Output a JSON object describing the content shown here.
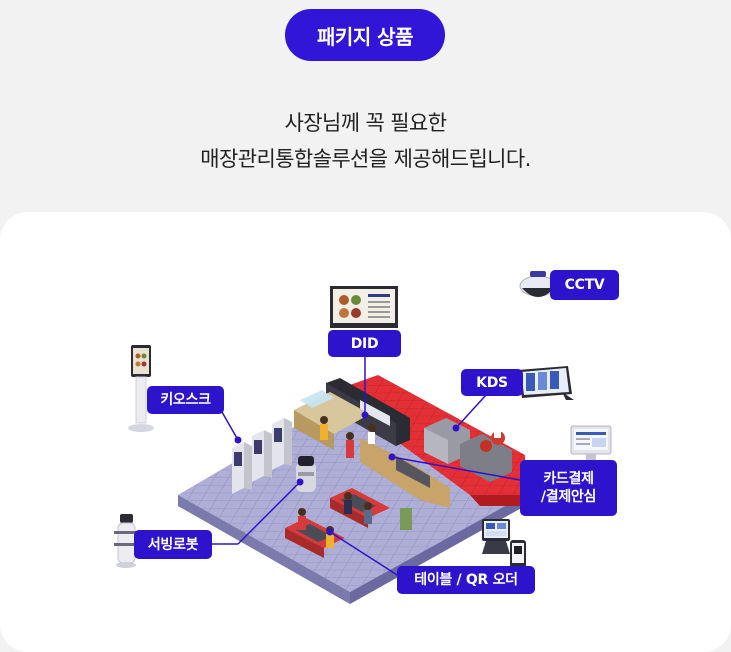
{
  "header": {
    "badge": "패키지 상품",
    "line1": "사장님께 꼭 필요한",
    "line2": "매장관리통합솔루션을 제공해드립니다."
  },
  "labels": {
    "cctv": "CCTV",
    "did": "DID",
    "kiosk": "키오스크",
    "kds": "KDS",
    "card_line1": "카드결제",
    "card_line2": "/결제안심",
    "robot": "서빙로봇",
    "table_qr": "테이블 / QR 오더"
  },
  "colors": {
    "accent": "#2e13cc",
    "floor": "#a9a9d2",
    "kitchen": "#e0282e"
  }
}
